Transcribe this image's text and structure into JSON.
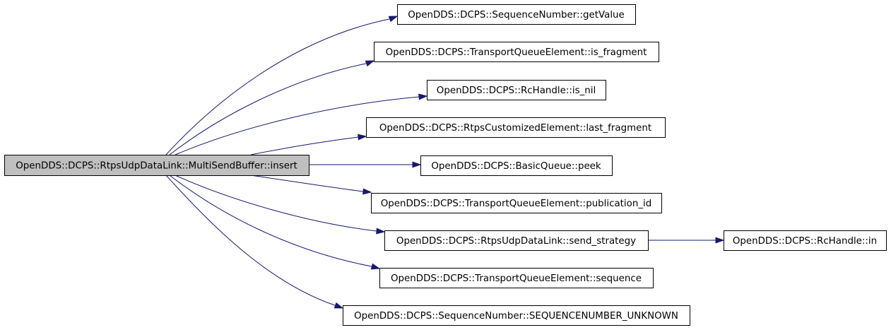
{
  "graph": {
    "root": {
      "id": "insert",
      "label": "OpenDDS::DCPS::RtpsUdpDataLink::MultiSendBuffer::insert"
    },
    "nodes": [
      {
        "id": "getValue",
        "label": "OpenDDS::DCPS::SequenceNumber::getValue"
      },
      {
        "id": "is_fragment",
        "label": "OpenDDS::DCPS::TransportQueueElement::is_fragment"
      },
      {
        "id": "is_nil",
        "label": "OpenDDS::DCPS::RcHandle::is_nil"
      },
      {
        "id": "last_fragment",
        "label": "OpenDDS::DCPS::RtpsCustomizedElement::last_fragment"
      },
      {
        "id": "peek",
        "label": "OpenDDS::DCPS::BasicQueue::peek"
      },
      {
        "id": "publication_id",
        "label": "OpenDDS::DCPS::TransportQueueElement::publication_id"
      },
      {
        "id": "send_strategy",
        "label": "OpenDDS::DCPS::RtpsUdpDataLink::send_strategy"
      },
      {
        "id": "sequence",
        "label": "OpenDDS::DCPS::TransportQueueElement::sequence"
      },
      {
        "id": "seq_unknown",
        "label": "OpenDDS::DCPS::SequenceNumber::SEQUENCENUMBER_UNKNOWN"
      },
      {
        "id": "rc_in",
        "label": "OpenDDS::DCPS::RcHandle::in"
      }
    ],
    "edges": [
      {
        "from": "insert",
        "to": "getValue"
      },
      {
        "from": "insert",
        "to": "is_fragment"
      },
      {
        "from": "insert",
        "to": "is_nil"
      },
      {
        "from": "insert",
        "to": "last_fragment"
      },
      {
        "from": "insert",
        "to": "peek"
      },
      {
        "from": "insert",
        "to": "publication_id"
      },
      {
        "from": "insert",
        "to": "send_strategy"
      },
      {
        "from": "insert",
        "to": "sequence"
      },
      {
        "from": "insert",
        "to": "seq_unknown"
      },
      {
        "from": "send_strategy",
        "to": "rc_in"
      }
    ],
    "colors": {
      "edge": "#191970",
      "root_fill": "#bfbfbf",
      "node_fill": "#ffffff",
      "border": "#000000"
    }
  }
}
